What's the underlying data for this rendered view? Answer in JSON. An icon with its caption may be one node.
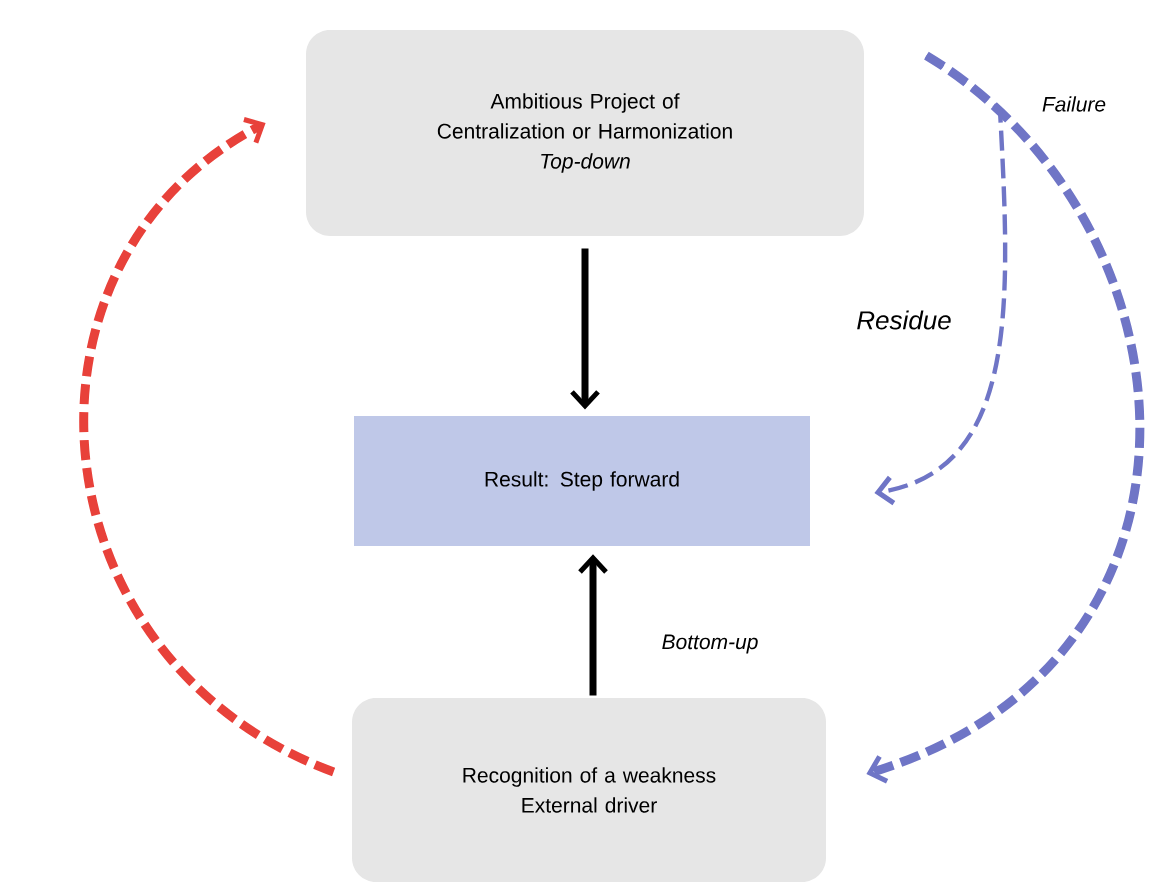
{
  "diagram": {
    "nodes": [
      {
        "text": [
          "Ambitious Project of Centralization or Harmonization",
          "Top-down"
        ]
      },
      {
        "text": [
          "Result:  Step forward"
        ]
      },
      {
        "text": [
          "Recognition of a weakness",
          "External driver"
        ]
      }
    ],
    "edges": [
      {
        "from": 0,
        "to": 1,
        "arrow": "to"
      },
      {
        "from": 2,
        "to": 1,
        "arrow": "to",
        "label": "Bottom-up"
      },
      {
        "from": 2,
        "to": 0,
        "arrow": "to",
        "style": "dashed",
        "color": "#e8413a"
      },
      {
        "from": 0,
        "to": 2,
        "arrow": "to",
        "style": "dashed",
        "color": "#6f75c6",
        "label": "Failure"
      },
      {
        "from": 0,
        "to": 1,
        "arrow": "to",
        "style": "dashed",
        "color": "#6f75c6",
        "label": "Residue"
      }
    ]
  }
}
